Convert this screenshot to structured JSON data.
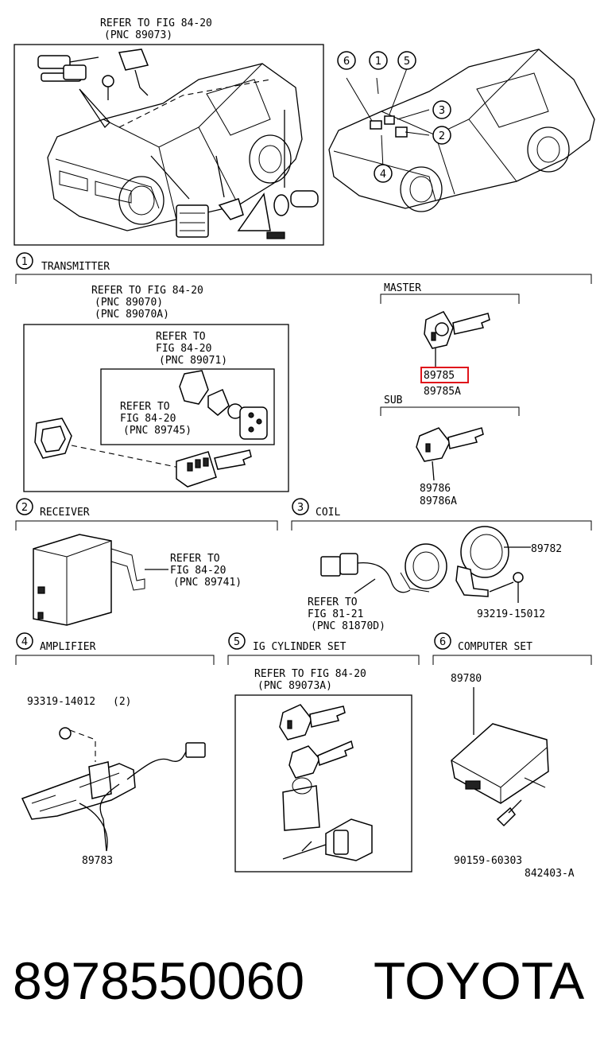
{
  "highlight_color": "#e0151b",
  "top_left": {
    "refer_line1": "REFER TO FIG 84-20",
    "refer_line2": "(PNC 89073)"
  },
  "top_right": {
    "callouts": [
      "6",
      "1",
      "5",
      "3",
      "2",
      "4"
    ]
  },
  "transmitter": {
    "num": "1",
    "title": "TRANSMITTER",
    "refer_a": [
      "REFER TO FIG 84-20",
      "(PNC 89070)",
      "(PNC 89070A)"
    ],
    "refer_b": [
      "REFER TO",
      "FIG 84-20",
      "(PNC 89071)"
    ],
    "refer_c": [
      "REFER TO",
      "FIG 84-20",
      "(PNC 89745)"
    ],
    "master_label": "MASTER",
    "master_parts": [
      "89785",
      "89785A"
    ],
    "sub_label": "SUB",
    "sub_parts": [
      "89786",
      "89786A"
    ]
  },
  "receiver": {
    "num": "2",
    "title": "RECEIVER",
    "refer": [
      "REFER TO",
      "FIG 84-20",
      "(PNC 89741)"
    ]
  },
  "coil": {
    "num": "3",
    "title": "COIL",
    "part": "89782",
    "refer": [
      "REFER TO",
      "FIG 81-21",
      "(PNC 81870D)"
    ],
    "bolt": "93219-15012"
  },
  "amplifier": {
    "num": "4",
    "title": "AMPLIFIER",
    "screw": "93319-14012",
    "screw_qty": "(2)",
    "part": "89783"
  },
  "ig_cylinder": {
    "num": "5",
    "title": "IG CYLINDER SET",
    "refer": [
      "REFER TO FIG 84-20",
      "(PNC 89073A)"
    ]
  },
  "computer": {
    "num": "6",
    "title": "COMPUTER SET",
    "part": "89780",
    "screw": "90159-60303"
  },
  "figure_code": "842403-A",
  "footer": {
    "part_number": "8978550060",
    "brand": "TOYOTA"
  }
}
